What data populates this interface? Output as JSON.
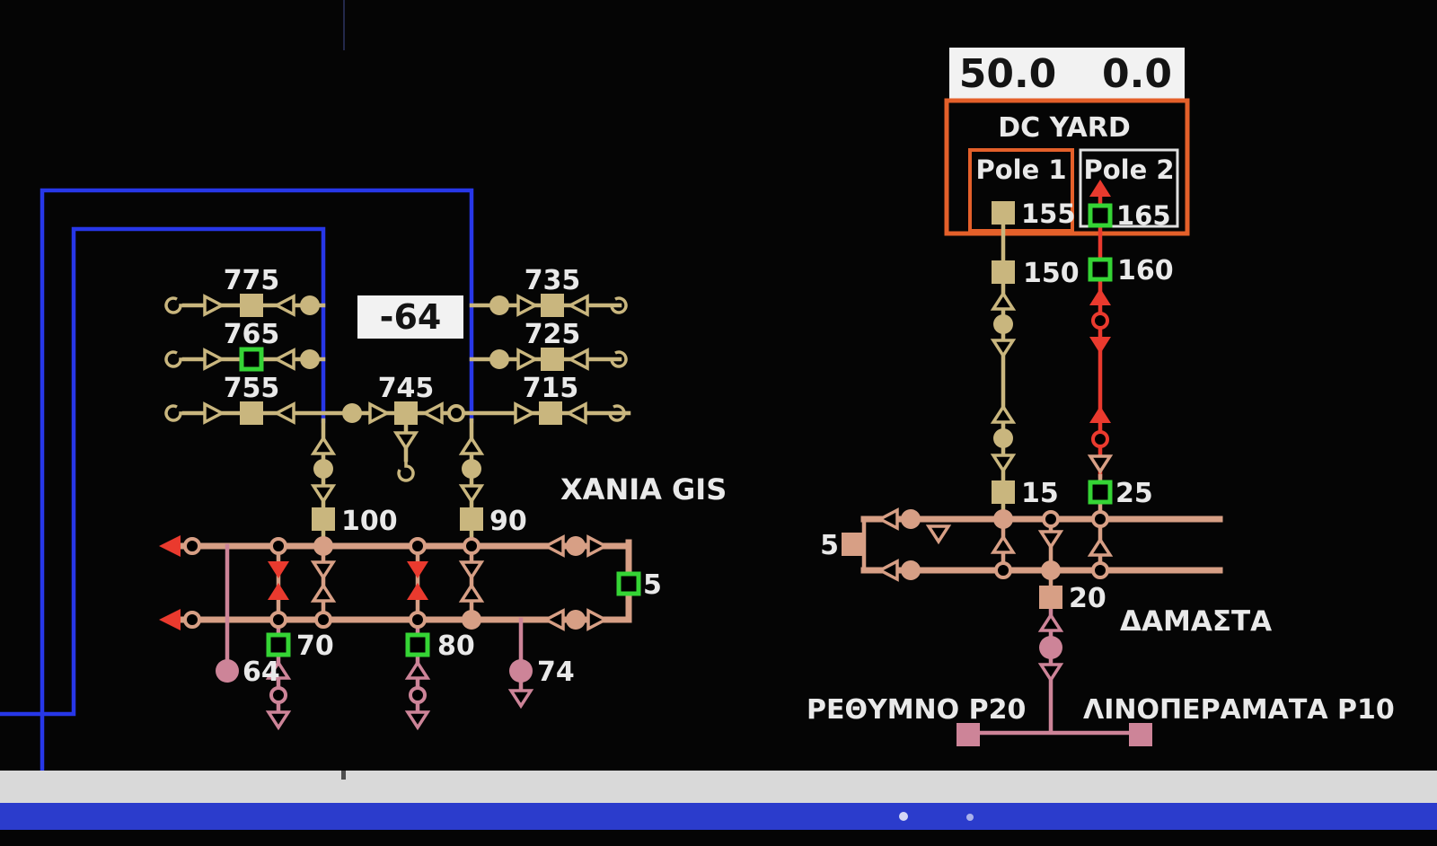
{
  "left_station": {
    "name": "XANIA GIS",
    "meter": "-64",
    "d775": "775",
    "d765": "765",
    "d755": "755",
    "d745": "745",
    "d735": "735",
    "d725": "725",
    "d715": "715",
    "b100": "100",
    "b90": "90",
    "b70": "70",
    "b80": "80",
    "b5": "5",
    "f64": "64",
    "f74": "74"
  },
  "dc_yard": {
    "title": "DC YARD",
    "value_left": "50.0",
    "value_right": "0.0",
    "pole1_label": "Pole 1",
    "pole2_label": "Pole 2",
    "s155": "155",
    "s165": "165",
    "s150": "150",
    "s160": "160",
    "s15": "15",
    "s25": "25"
  },
  "right_station": {
    "name": "ΔΑΜΑΣΤΑ",
    "b5": "5",
    "b20": "20",
    "feeder_left": "ΡΕΘΥΜΝΟ Ρ20",
    "feeder_right": "ΛΙΝΟΠΕΡΑΜΑΤΑ Ρ10"
  },
  "colors": {
    "background": "#050505",
    "tan": "#c9b67e",
    "salmon": "#d79f85",
    "pink": "#cd8498",
    "red": "#ea3a2e",
    "green": "#35d435",
    "orange": "#e4602a",
    "blue": "#2737e8",
    "label": "#e9e9e9",
    "band_light": "#d9d9d9",
    "band_blue": "#2b3ccc"
  }
}
